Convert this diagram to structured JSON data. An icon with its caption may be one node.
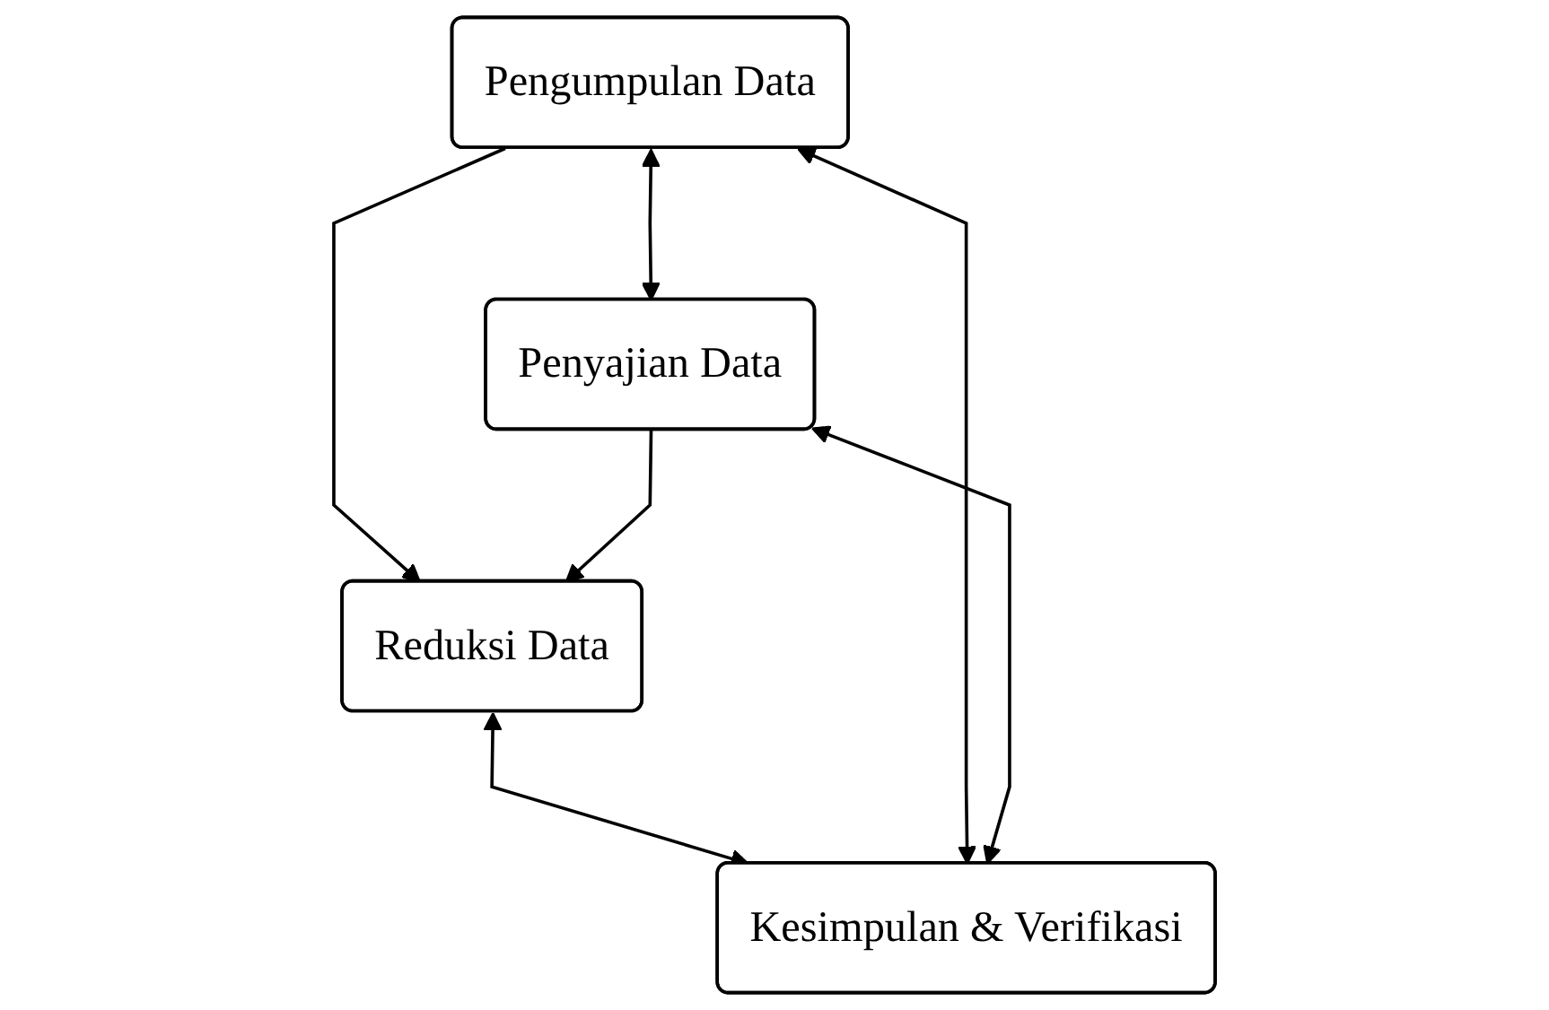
{
  "diagram": {
    "nodes": [
      {
        "text": [
          "Pengumpulan Data"
        ]
      },
      {
        "text": [
          "Penyajian Data"
        ]
      },
      {
        "text": [
          "Reduksi Data"
        ]
      },
      {
        "text": [
          "Kesimpulan & Verifikasi"
        ]
      }
    ],
    "edges": [
      {
        "from": 0,
        "to": 1,
        "arrow": "both"
      },
      {
        "from": 0,
        "to": 2,
        "arrow": "to"
      },
      {
        "from": 1,
        "to": 2,
        "arrow": "to"
      },
      {
        "from": 2,
        "to": 3,
        "arrow": "both"
      },
      {
        "from": 0,
        "to": 3,
        "arrow": "both"
      },
      {
        "from": 1,
        "to": 3,
        "arrow": "both"
      }
    ]
  }
}
